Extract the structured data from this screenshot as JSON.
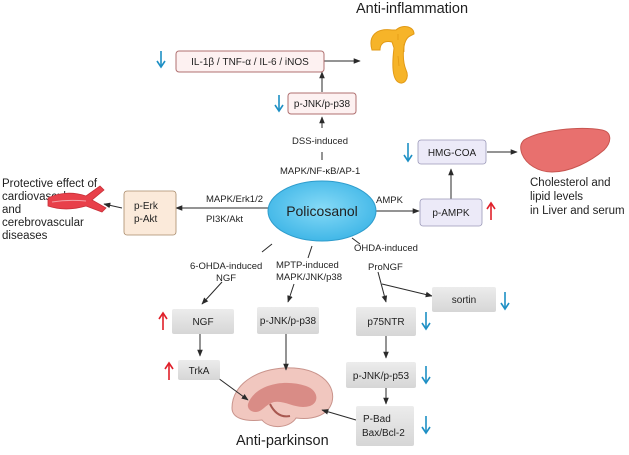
{
  "titles": {
    "anti_inflammation": "Anti-inflammation",
    "anti_parkinson": "Anti-parkinson",
    "cardio": [
      "Protective effect of",
      "cardiovascular",
      "and",
      "cerebrovascular",
      "diseases"
    ],
    "liver": [
      "Cholesterol and",
      "lipid levels",
      "in Liver and serum"
    ]
  },
  "center": {
    "label": "Policosanol",
    "color": "#5ec8ee"
  },
  "boxes": {
    "cytokines": "IL-1β / TNF-α / IL-6 / iNOS",
    "jnk_p38_top": "p-JNK/p-p38",
    "hmg_coa": "HMG-COA",
    "p_ampk": "p-AMPK",
    "erk_akt": [
      "p-Erk",
      "p-Akt"
    ],
    "ngf": "NGF",
    "trka": "TrkA",
    "jnk_p38_mid": "p-JNK/p-p38",
    "p75ntr": "p75NTR",
    "sortin": "sortin",
    "jnk_p53": "p-JNK/p-p53",
    "bad_bax": [
      "P-Bad",
      "Bax/Bcl-2"
    ]
  },
  "edge_labels": {
    "dss": "DSS-induced",
    "mapk_nfkb": "MAPK/NF-κB/AP-1",
    "ampk": "AMPK",
    "mapk_erk": "MAPK/Erk1/2",
    "pi3k": "PI3K/Akt",
    "ohda_ngf": [
      "6-OHDA-induced",
      "NGF"
    ],
    "mptp": [
      "MPTP-induced",
      "MAPK/JNK/p38"
    ],
    "ohda_prongf": [
      "OHDA-induced",
      "ProNGF"
    ]
  },
  "indicators": {
    "up_color": "#e0202a",
    "down_color": "#1d8fc4",
    "up_icon": "up-arrow-icon",
    "down_icon": "down-arrow-icon"
  },
  "colors": {
    "pink_box_fill": "#fdf1f1",
    "pink_box_stroke": "#b07070",
    "gray_box_fill": "#e0e0e0",
    "peach_box_fill": "#fbeada",
    "lavender_box_fill": "#eceaf8",
    "colon": "#f6b429",
    "liver": "#e8706e",
    "vessel": "#e8404a",
    "brain": "#d98c86"
  }
}
